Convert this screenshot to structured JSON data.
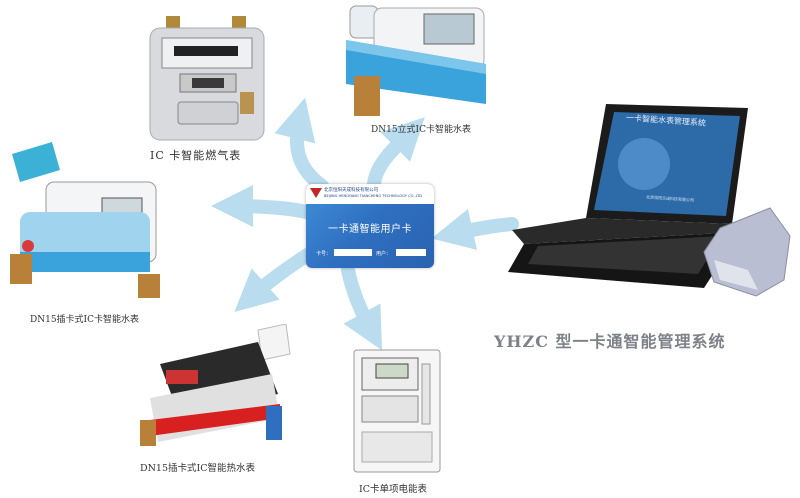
{
  "labels": {
    "gas_meter": "IC 卡智能燃气表",
    "dn15_vertical": "DN15立式IC卡智能水表",
    "dn15_insert": "DN15插卡式IC卡智能水表",
    "dn15_heat": "DN15插卡式IC智能热水表",
    "electric_meter": "IC卡单项电能表"
  },
  "card": {
    "company_cn": "北京恒阳天成科技有限公司",
    "company_en": "BEIJING HENGYANG TIANCHENG TECHNOLOGY CO.,LTD",
    "title": "一卡通智能用户卡",
    "card_no_label": "卡号：",
    "user_label": "用户："
  },
  "laptop": {
    "screen_title": "一卡智能水表管理系统",
    "screen_subtitle": "北京恒阳天成科技有限公司"
  },
  "system_title": "YHZC 型一卡通智能管理系统",
  "colors": {
    "arrow": "#b9dcef",
    "card": "#2f6fc0",
    "meter_blue": "#3aa3dc"
  }
}
